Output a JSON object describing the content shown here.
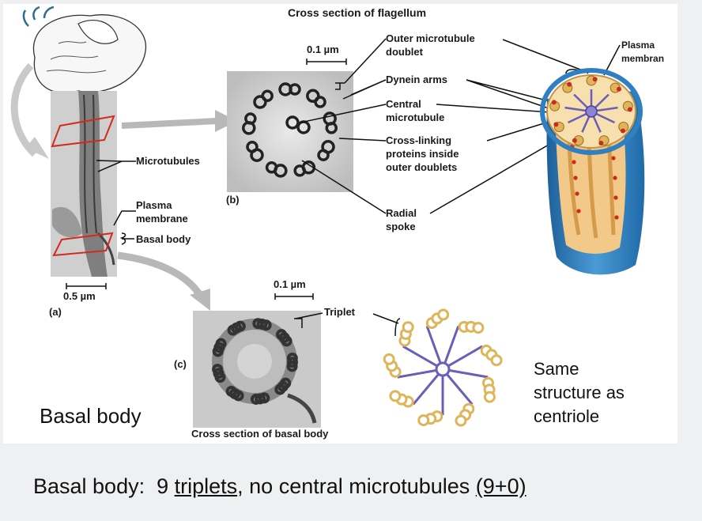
{
  "slide": {
    "top_title_partial": "Click icon to add picture",
    "caption": {
      "prefix": "Basal body:  9 ",
      "triplets": "triplets",
      "middle": ", no central microtubules ",
      "formula": "(9+0)"
    }
  },
  "figure": {
    "title_flagellum": "Cross section of flagellum",
    "panel_a": {
      "panel_label": "(a)",
      "scale_bar": "0.5 µm",
      "labels": {
        "microtubules": "Microtubules",
        "plasma_membrane_1": "Plasma",
        "plasma_membrane_2": "membrane",
        "basal_body": "Basal body"
      }
    },
    "panel_b": {
      "panel_label": "(b)",
      "scale_bar": "0.1 µm",
      "labels": {
        "outer_doublet_1": "Outer microtubule",
        "outer_doublet_2": "doublet",
        "dynein_arms": "Dynein arms",
        "central_1": "Central",
        "central_2": "microtubule",
        "cross_linking_1": "Cross-linking",
        "cross_linking_2": "proteins inside",
        "cross_linking_3": "outer doublets",
        "radial_1": "Radial",
        "radial_2": "spoke",
        "plasma_1": "Plasma",
        "plasma_2": "membran"
      }
    },
    "panel_c": {
      "panel_label": "(c)",
      "scale_bar": "0.1 µm",
      "triplet": "Triplet",
      "title": "Cross section of basal body"
    },
    "basal_body_label": "Basal body",
    "same_structure": {
      "line1": "Same",
      "line2": "structure as",
      "line3": "centriole"
    }
  },
  "colors": {
    "doublet_tan": "#e0b55a",
    "dynein_red": "#cc2a1c",
    "spoke_purple": "#6a5fb8",
    "membrane_blue": "#3b82b8",
    "annotation_red": "#d32a1e",
    "arrow_gray": "#b8b8b8"
  }
}
